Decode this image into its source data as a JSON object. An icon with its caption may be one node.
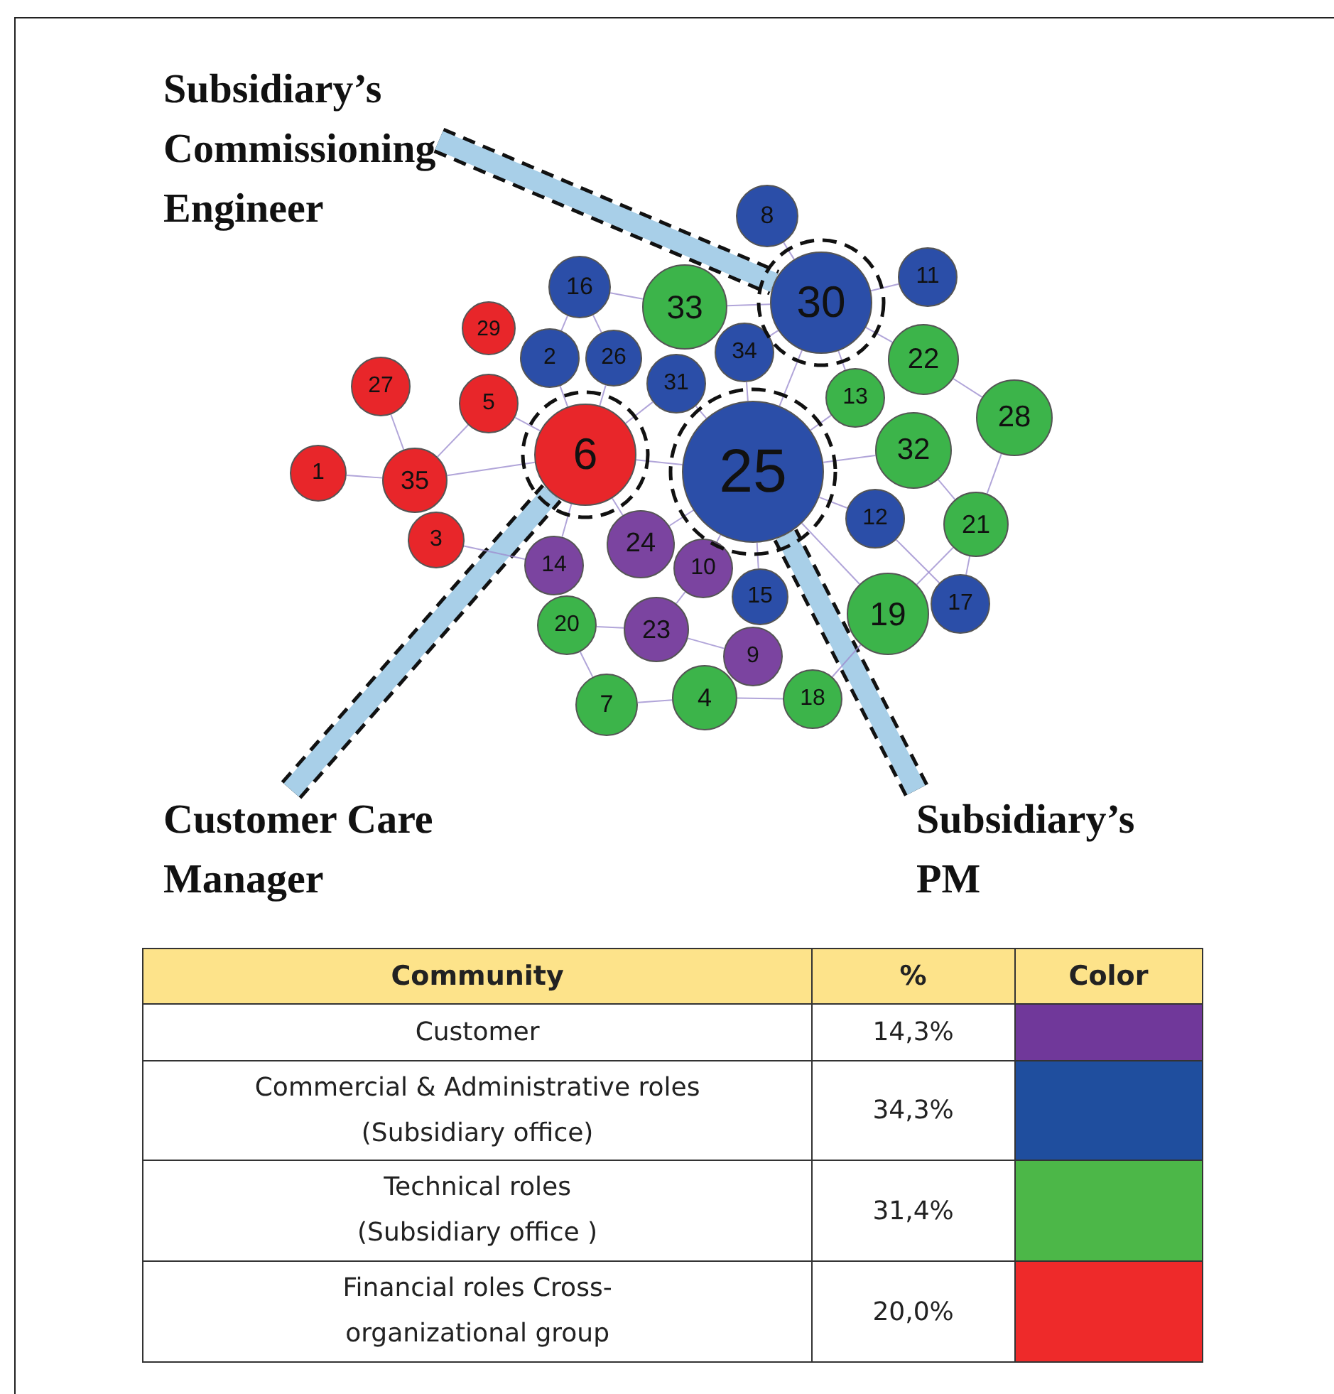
{
  "diagram": {
    "nodes": [
      {
        "text": [
          "Subsidiary’s Commissioning Engineer"
        ]
      },
      {
        "text": [
          "8"
        ]
      },
      {
        "text": [
          "16"
        ]
      },
      {
        "text": [
          "33"
        ]
      },
      {
        "text": [
          "30"
        ]
      },
      {
        "text": [
          "11"
        ]
      },
      {
        "text": [
          "29"
        ]
      },
      {
        "text": [
          "2"
        ]
      },
      {
        "text": [
          "26"
        ]
      },
      {
        "text": [
          "31"
        ]
      },
      {
        "text": [
          "34"
        ]
      },
      {
        "text": [
          "22"
        ]
      },
      {
        "text": [
          "13"
        ]
      },
      {
        "text": [
          "27"
        ]
      },
      {
        "text": [
          "5"
        ]
      },
      {
        "text": [
          "28"
        ]
      },
      {
        "text": [
          "6"
        ]
      },
      {
        "text": [
          "32"
        ]
      },
      {
        "text": [
          "25"
        ]
      },
      {
        "text": [
          "1"
        ]
      },
      {
        "text": [
          "35"
        ]
      },
      {
        "text": [
          "12"
        ]
      },
      {
        "text": [
          "21"
        ]
      },
      {
        "text": [
          "3"
        ]
      },
      {
        "text": [
          "14"
        ]
      },
      {
        "text": [
          "24"
        ]
      },
      {
        "text": [
          "10"
        ]
      },
      {
        "text": [
          "15"
        ]
      },
      {
        "text": [
          "19"
        ]
      },
      {
        "text": [
          "17"
        ]
      },
      {
        "text": [
          "20"
        ]
      },
      {
        "text": [
          "23"
        ]
      },
      {
        "text": [
          "9"
        ]
      },
      {
        "text": [
          "18"
        ]
      },
      {
        "text": [
          "7"
        ]
      },
      {
        "text": [
          "4"
        ]
      },
      {
        "text": [
          "Customer Care Manager"
        ]
      },
      {
        "text": [
          "Subsidiary’s PM"
        ]
      }
    ],
    "edges": [
      {
        "from": 0,
        "to": 4,
        "arrow": "none",
        "style": "thick",
        "color": "#a8cfe8"
      },
      {
        "from": 36,
        "to": 16,
        "arrow": "none",
        "style": "thick",
        "color": "#a8cfe8"
      },
      {
        "from": 37,
        "to": 18,
        "arrow": "none",
        "style": "thick",
        "color": "#a8cfe8"
      },
      {
        "from": 19,
        "to": 20,
        "arrow": "none"
      },
      {
        "from": 13,
        "to": 20,
        "arrow": "none"
      },
      {
        "from": 20,
        "to": 14,
        "arrow": "none"
      },
      {
        "from": 20,
        "to": 16,
        "arrow": "none"
      },
      {
        "from": 14,
        "to": 16,
        "arrow": "none"
      },
      {
        "from": 23,
        "to": 24,
        "arrow": "none"
      },
      {
        "from": 16,
        "to": 7,
        "arrow": "none"
      },
      {
        "from": 16,
        "to": 8,
        "arrow": "none"
      },
      {
        "from": 16,
        "to": 9,
        "arrow": "none"
      },
      {
        "from": 16,
        "to": 24,
        "arrow": "none"
      },
      {
        "from": 16,
        "to": 25,
        "arrow": "none"
      },
      {
        "from": 16,
        "to": 18,
        "arrow": "none"
      },
      {
        "from": 2,
        "to": 7,
        "arrow": "none"
      },
      {
        "from": 2,
        "to": 8,
        "arrow": "none"
      },
      {
        "from": 2,
        "to": 3,
        "arrow": "none"
      },
      {
        "from": 1,
        "to": 4,
        "arrow": "none"
      },
      {
        "from": 3,
        "to": 4,
        "arrow": "none"
      },
      {
        "from": 5,
        "to": 4,
        "arrow": "none"
      },
      {
        "from": 4,
        "to": 10,
        "arrow": "none"
      },
      {
        "from": 4,
        "to": 11,
        "arrow": "none"
      },
      {
        "from": 4,
        "to": 12,
        "arrow": "none"
      },
      {
        "from": 4,
        "to": 18,
        "arrow": "none"
      },
      {
        "from": 9,
        "to": 18,
        "arrow": "none"
      },
      {
        "from": 10,
        "to": 18,
        "arrow": "none"
      },
      {
        "from": 12,
        "to": 18,
        "arrow": "none"
      },
      {
        "from": 17,
        "to": 18,
        "arrow": "none"
      },
      {
        "from": 21,
        "to": 18,
        "arrow": "none"
      },
      {
        "from": 25,
        "to": 18,
        "arrow": "none"
      },
      {
        "from": 26,
        "to": 18,
        "arrow": "none"
      },
      {
        "from": 27,
        "to": 18,
        "arrow": "none"
      },
      {
        "from": 28,
        "to": 18,
        "arrow": "none"
      },
      {
        "from": 11,
        "to": 15,
        "arrow": "none"
      },
      {
        "from": 15,
        "to": 22,
        "arrow": "none"
      },
      {
        "from": 17,
        "to": 22,
        "arrow": "none"
      },
      {
        "from": 29,
        "to": 22,
        "arrow": "none"
      },
      {
        "from": 29,
        "to": 21,
        "arrow": "none"
      },
      {
        "from": 28,
        "to": 22,
        "arrow": "none"
      },
      {
        "from": 28,
        "to": 33,
        "arrow": "none"
      },
      {
        "from": 30,
        "to": 31,
        "arrow": "none"
      },
      {
        "from": 31,
        "to": 32,
        "arrow": "none"
      },
      {
        "from": 30,
        "to": 34,
        "arrow": "none"
      },
      {
        "from": 34,
        "to": 35,
        "arrow": "none"
      },
      {
        "from": 35,
        "to": 33,
        "arrow": "none"
      },
      {
        "from": 26,
        "to": 31,
        "arrow": "none"
      }
    ],
    "labels": [
      "Community",
      "%",
      "Color",
      "14,3%",
      "34,3%",
      "31,4%",
      "20,0%"
    ],
    "legend": [
      {
        "text": "Customer",
        "color": "#70389a"
      },
      {
        "text": "Commercial & Administrative roles (Subsidiary office)",
        "color": "#1f4e9e"
      },
      {
        "text": "Technical roles (Subsidiary office )",
        "color": "#4cb748"
      },
      {
        "text": "Financial roles Cross-organizational group",
        "color": "#ee2a2a"
      }
    ]
  }
}
